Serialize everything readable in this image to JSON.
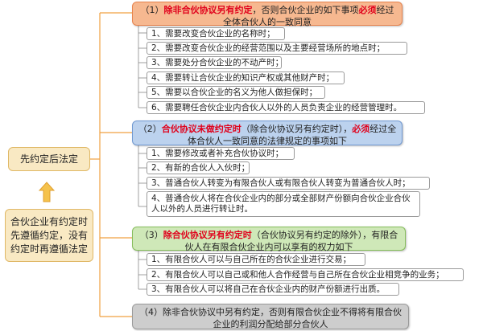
{
  "left": {
    "top_label": "先约定后法定",
    "bottom_label": "合伙企业有约定时先遵循约定，没有约定时再遵循法定"
  },
  "sections": [
    {
      "num": "（1）",
      "highlight": "除非合伙协议另有约定",
      "text_a": "，否则合伙企业的如下事项",
      "highlight2": "必须",
      "text_b": "经过全体合伙人的一致同意",
      "items": [
        "1、需要改变合伙企业的名称时；",
        "2、需要改变合伙企业的经营范围以及主要经营场所的地点时；",
        "3、需要处分合伙企业的不动产时；",
        "4、需要转让合伙企业的知识产权或其他财产时；",
        "5、需要以合伙企业的名义为他人做担保时；",
        "6、需要聘任合伙企业内合伙人以外的人员负责企业的经营管理时。"
      ]
    },
    {
      "num": "（2）",
      "highlight": "合伙协议未做约定时",
      "text_a": "（除合伙协议另有约定时），",
      "highlight2": "必须",
      "text_b": "经过全体合伙人一致同意的法律规定的事项如下",
      "items": [
        "1、需要修改或者补充合伙协议时；",
        "2、有新的合伙人入伙时；",
        "3、普通合伙人转变为有限合伙人或有限合伙人转变为普通合伙人时；",
        "4、普通合伙人将在合伙企业内的部分或全部财产份额向合伙企业合伙人以外的人员进行转让时。"
      ]
    },
    {
      "num": "（3）",
      "highlight": "除合伙协议另有约定时",
      "text_a": "（合伙协议另有约定的除外），有限合伙人在有限合伙企业内可以享有的权力如下",
      "highlight2": "",
      "text_b": "",
      "items": [
        "1、有限合伙人可以与自己所在的合伙企业进行交易；",
        "2、有限合伙人可以自己或和他人合作经营与自己所在合伙企业相竞争的业务；",
        "3、有限合伙人可以将自己在合伙企业内的财产份额进行出质。"
      ]
    },
    {
      "num": "（4）",
      "highlight": "",
      "text_a": "除非合伙协议中另有约定，否则有限合伙企业不得将有限合伙企业的利润分配给部分合伙人",
      "highlight2": "",
      "text_b": "",
      "items": []
    }
  ],
  "colors": {
    "connector": "#f0a040",
    "arrow": "#f5c24c",
    "highlight_text": "#e0001b"
  }
}
